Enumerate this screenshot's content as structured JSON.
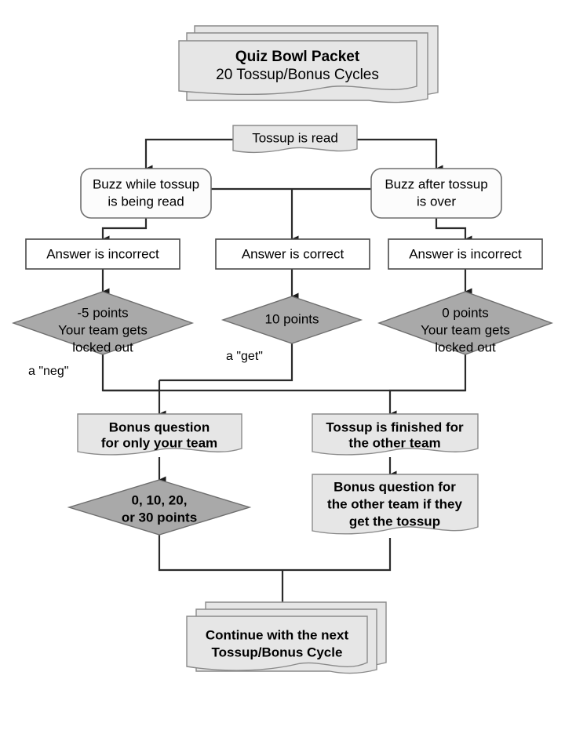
{
  "diagram": {
    "type": "flowchart",
    "title": "Quiz Bowl Packet flowchart",
    "colors": {
      "background": "#ffffff",
      "document_fill": "#E6E6E6",
      "decision_fill": "#A9A9A9",
      "process_fill": "#FFFFFF",
      "border": "#6E6E6E",
      "connector": "#2B2B2B"
    },
    "nodes": {
      "packet": {
        "shape": "document-stack",
        "title": "Quiz Bowl Packet",
        "subtitle": "20 Tossup/Bonus Cycles"
      },
      "tossup_read": {
        "shape": "document",
        "label": "Tossup is read"
      },
      "buzz_while": {
        "shape": "rounded-rect",
        "line1": "Buzz while tossup",
        "line2": "is being read"
      },
      "buzz_after": {
        "shape": "rounded-rect",
        "line1": "Buzz after tossup",
        "line2": "is over"
      },
      "answer_incorrect_left": {
        "shape": "rect",
        "label": "Answer is incorrect"
      },
      "answer_correct": {
        "shape": "rect",
        "label": "Answer is correct"
      },
      "answer_incorrect_right": {
        "shape": "rect",
        "label": "Answer is incorrect"
      },
      "neg_points": {
        "shape": "diamond",
        "line1": "-5 points",
        "line2": "Your team gets",
        "line3": "locked out"
      },
      "neg_annotation": {
        "shape": "text-label",
        "label": "a \"neg\""
      },
      "get_points": {
        "shape": "diamond",
        "line1": "10 points"
      },
      "get_annotation": {
        "shape": "text-label",
        "label": "a \"get\""
      },
      "zero_points": {
        "shape": "diamond",
        "line1": "0 points",
        "line2": "Your team gets",
        "line3": "locked out"
      },
      "bonus_your_team": {
        "shape": "document",
        "line1": "Bonus question",
        "line2": "for only your team"
      },
      "tossup_finished": {
        "shape": "document",
        "line1": "Tossup is finished for",
        "line2": "the other team"
      },
      "bonus_points": {
        "shape": "diamond",
        "line1": "0, 10, 20,",
        "line2": "or 30 points"
      },
      "bonus_other_team": {
        "shape": "document",
        "line1": "Bonus question for",
        "line2": "the other team if they",
        "line3": "get the tossup"
      },
      "continue": {
        "shape": "document-stack",
        "line1": "Continue with the next",
        "line2": "Tossup/Bonus Cycle"
      }
    }
  }
}
